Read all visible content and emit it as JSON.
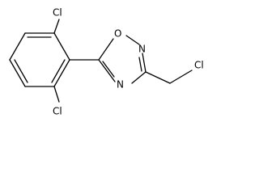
{
  "molecule": {
    "atoms": {
      "cl_top": "Cl",
      "cl_bottom": "Cl",
      "cl_chloromethyl": "Cl",
      "ring_oxygen": "O",
      "ring_nitrogen_upper": "N",
      "ring_nitrogen_lower": "N"
    },
    "colors": {
      "bond": "#000000",
      "label": "#000000",
      "background": "#ffffff"
    }
  }
}
